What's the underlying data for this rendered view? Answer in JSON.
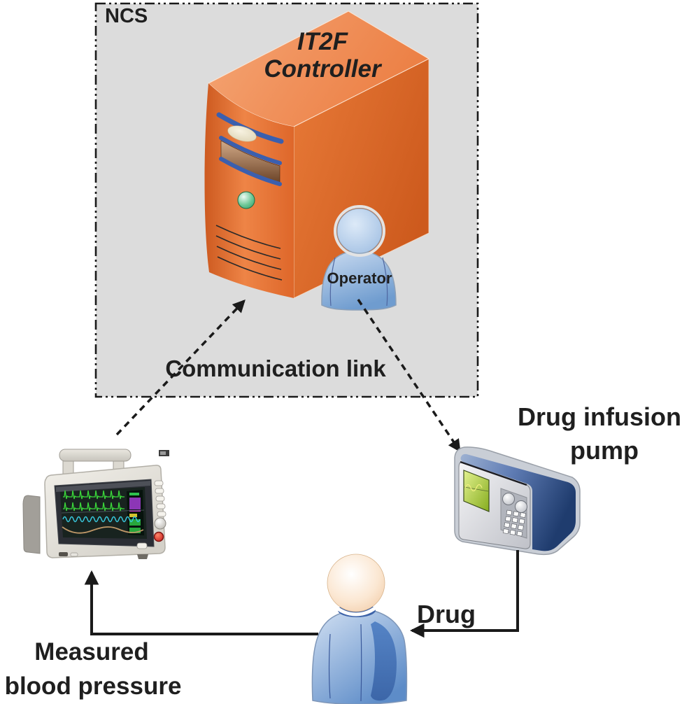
{
  "labels": {
    "ncs": "NCS",
    "controller_line1": "IT2F",
    "controller_line2": "Controller",
    "operator": "Operator",
    "communication_link": "Communication link",
    "pump_line1": "Drug infusion",
    "pump_line2": "pump",
    "drug": "Drug",
    "measured_line1": "Measured",
    "measured_line2": "blood pressure"
  },
  "colors": {
    "ncs_box_fill": "#dcdcdc",
    "line_color": "#1a1a1a",
    "server_front_orange": "#ea7c3c",
    "server_top_orange": "#f39c6a",
    "server_side_orange": "#d96327",
    "server_stripe_blue": "#3b5fae",
    "server_power_green": "#2f9e68",
    "person_blue": "#a9c7e8",
    "patient_collar_blue": "#3c62a8",
    "pump_blue": "#365a9c",
    "pump_screen_green": "#a8c840",
    "monitor_trace_green": "#3ad63a",
    "monitor_trace_cyan": "#38c8dc",
    "monitor_trace_tan": "#c09868",
    "monitor_red_button": "#c01616"
  }
}
